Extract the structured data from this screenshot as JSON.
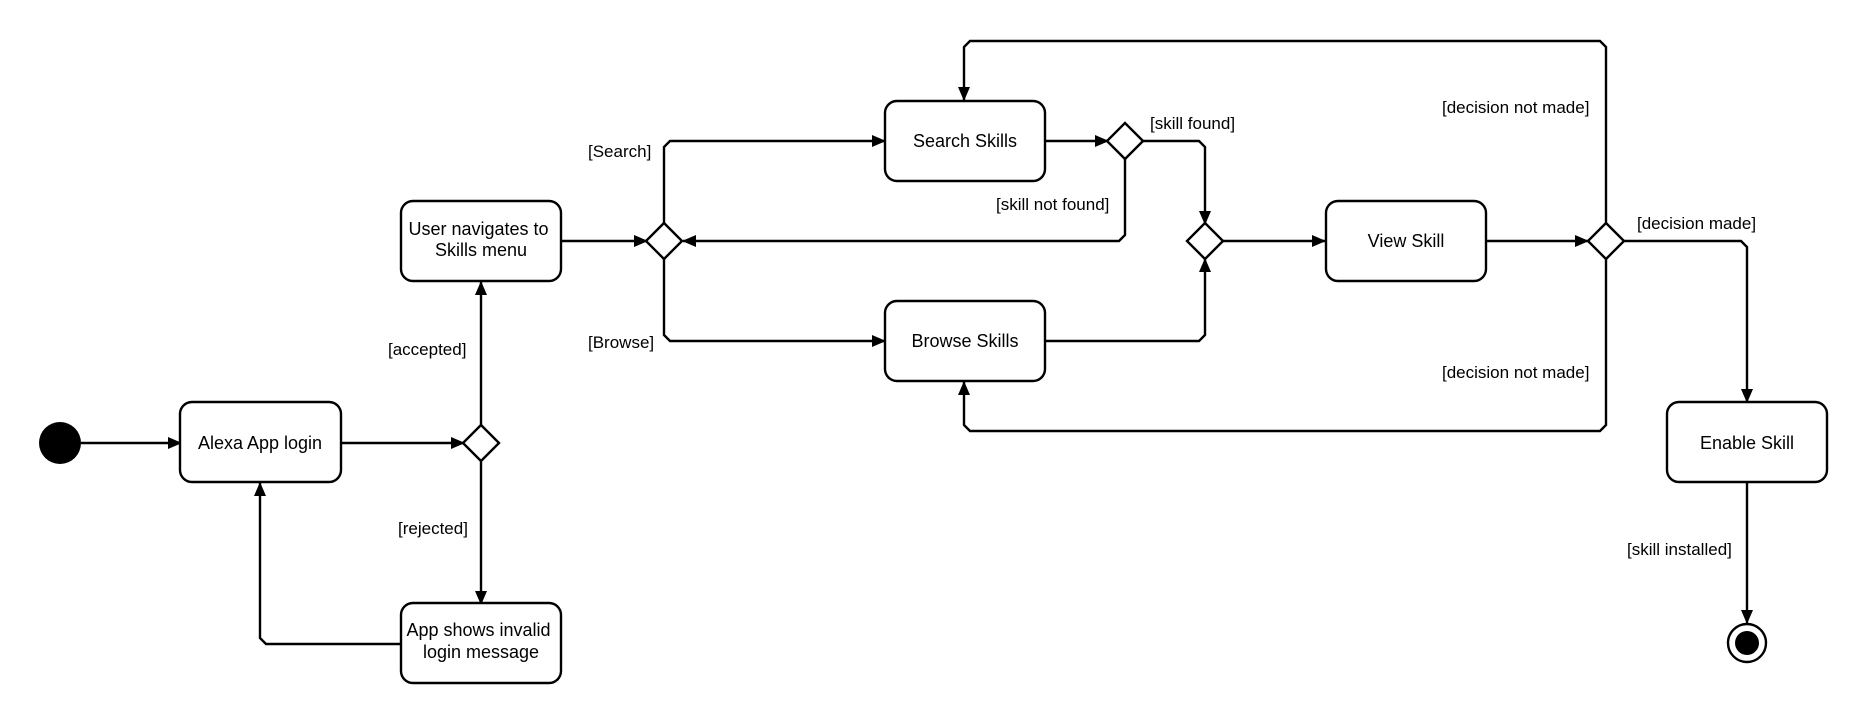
{
  "nodes": {
    "login": {
      "lines": [
        "Alexa App login"
      ]
    },
    "navigate": {
      "lines": [
        "User navigates to",
        "Skills menu"
      ]
    },
    "invalid": {
      "lines": [
        "App shows invalid",
        "login message"
      ]
    },
    "search": {
      "lines": [
        "Search Skills"
      ]
    },
    "browse": {
      "lines": [
        "Browse Skills"
      ]
    },
    "view": {
      "lines": [
        "View Skill"
      ]
    },
    "enable": {
      "lines": [
        "Enable Skill"
      ]
    }
  },
  "edge_labels": {
    "accepted": "[accepted]",
    "rejected": "[rejected]",
    "search": "[Search]",
    "browse": "[Browse]",
    "skill_found": "[skill found]",
    "skill_not_found": "[skill not found]",
    "decision_not_made_top": "[decision not made]",
    "decision_made": "[decision made]",
    "decision_not_made_bottom": "[decision not made]",
    "skill_installed": "[skill installed]"
  },
  "colors": {
    "stroke": "#000000",
    "fill": "#ffffff"
  }
}
